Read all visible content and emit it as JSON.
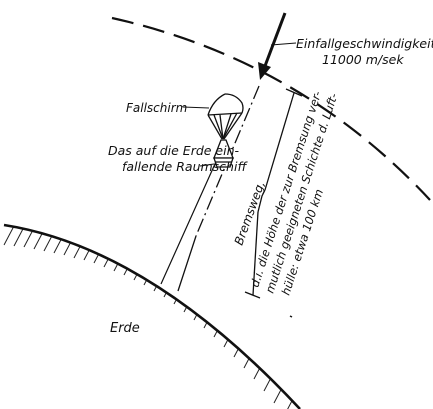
{
  "labels": {
    "velocity_line1": "Einfallgeschwindigkeit",
    "velocity_line2": "11000 m/sek",
    "parachute": "Fallschirm",
    "ship_line1": "Das auf die Erde ein-",
    "ship_line2": "fallende Raumschiff",
    "brake_path_title": "Bremsweg,",
    "brake_line1": "d.i. die Höhe der zur Bremsung ver-",
    "brake_line2": "mutlich geeigneten Schichte d. Luft-",
    "brake_line3": "hülle: etwa 100 km",
    "earth": "Erde"
  },
  "colors": {
    "ink": "#111111",
    "background": "#ffffff"
  }
}
